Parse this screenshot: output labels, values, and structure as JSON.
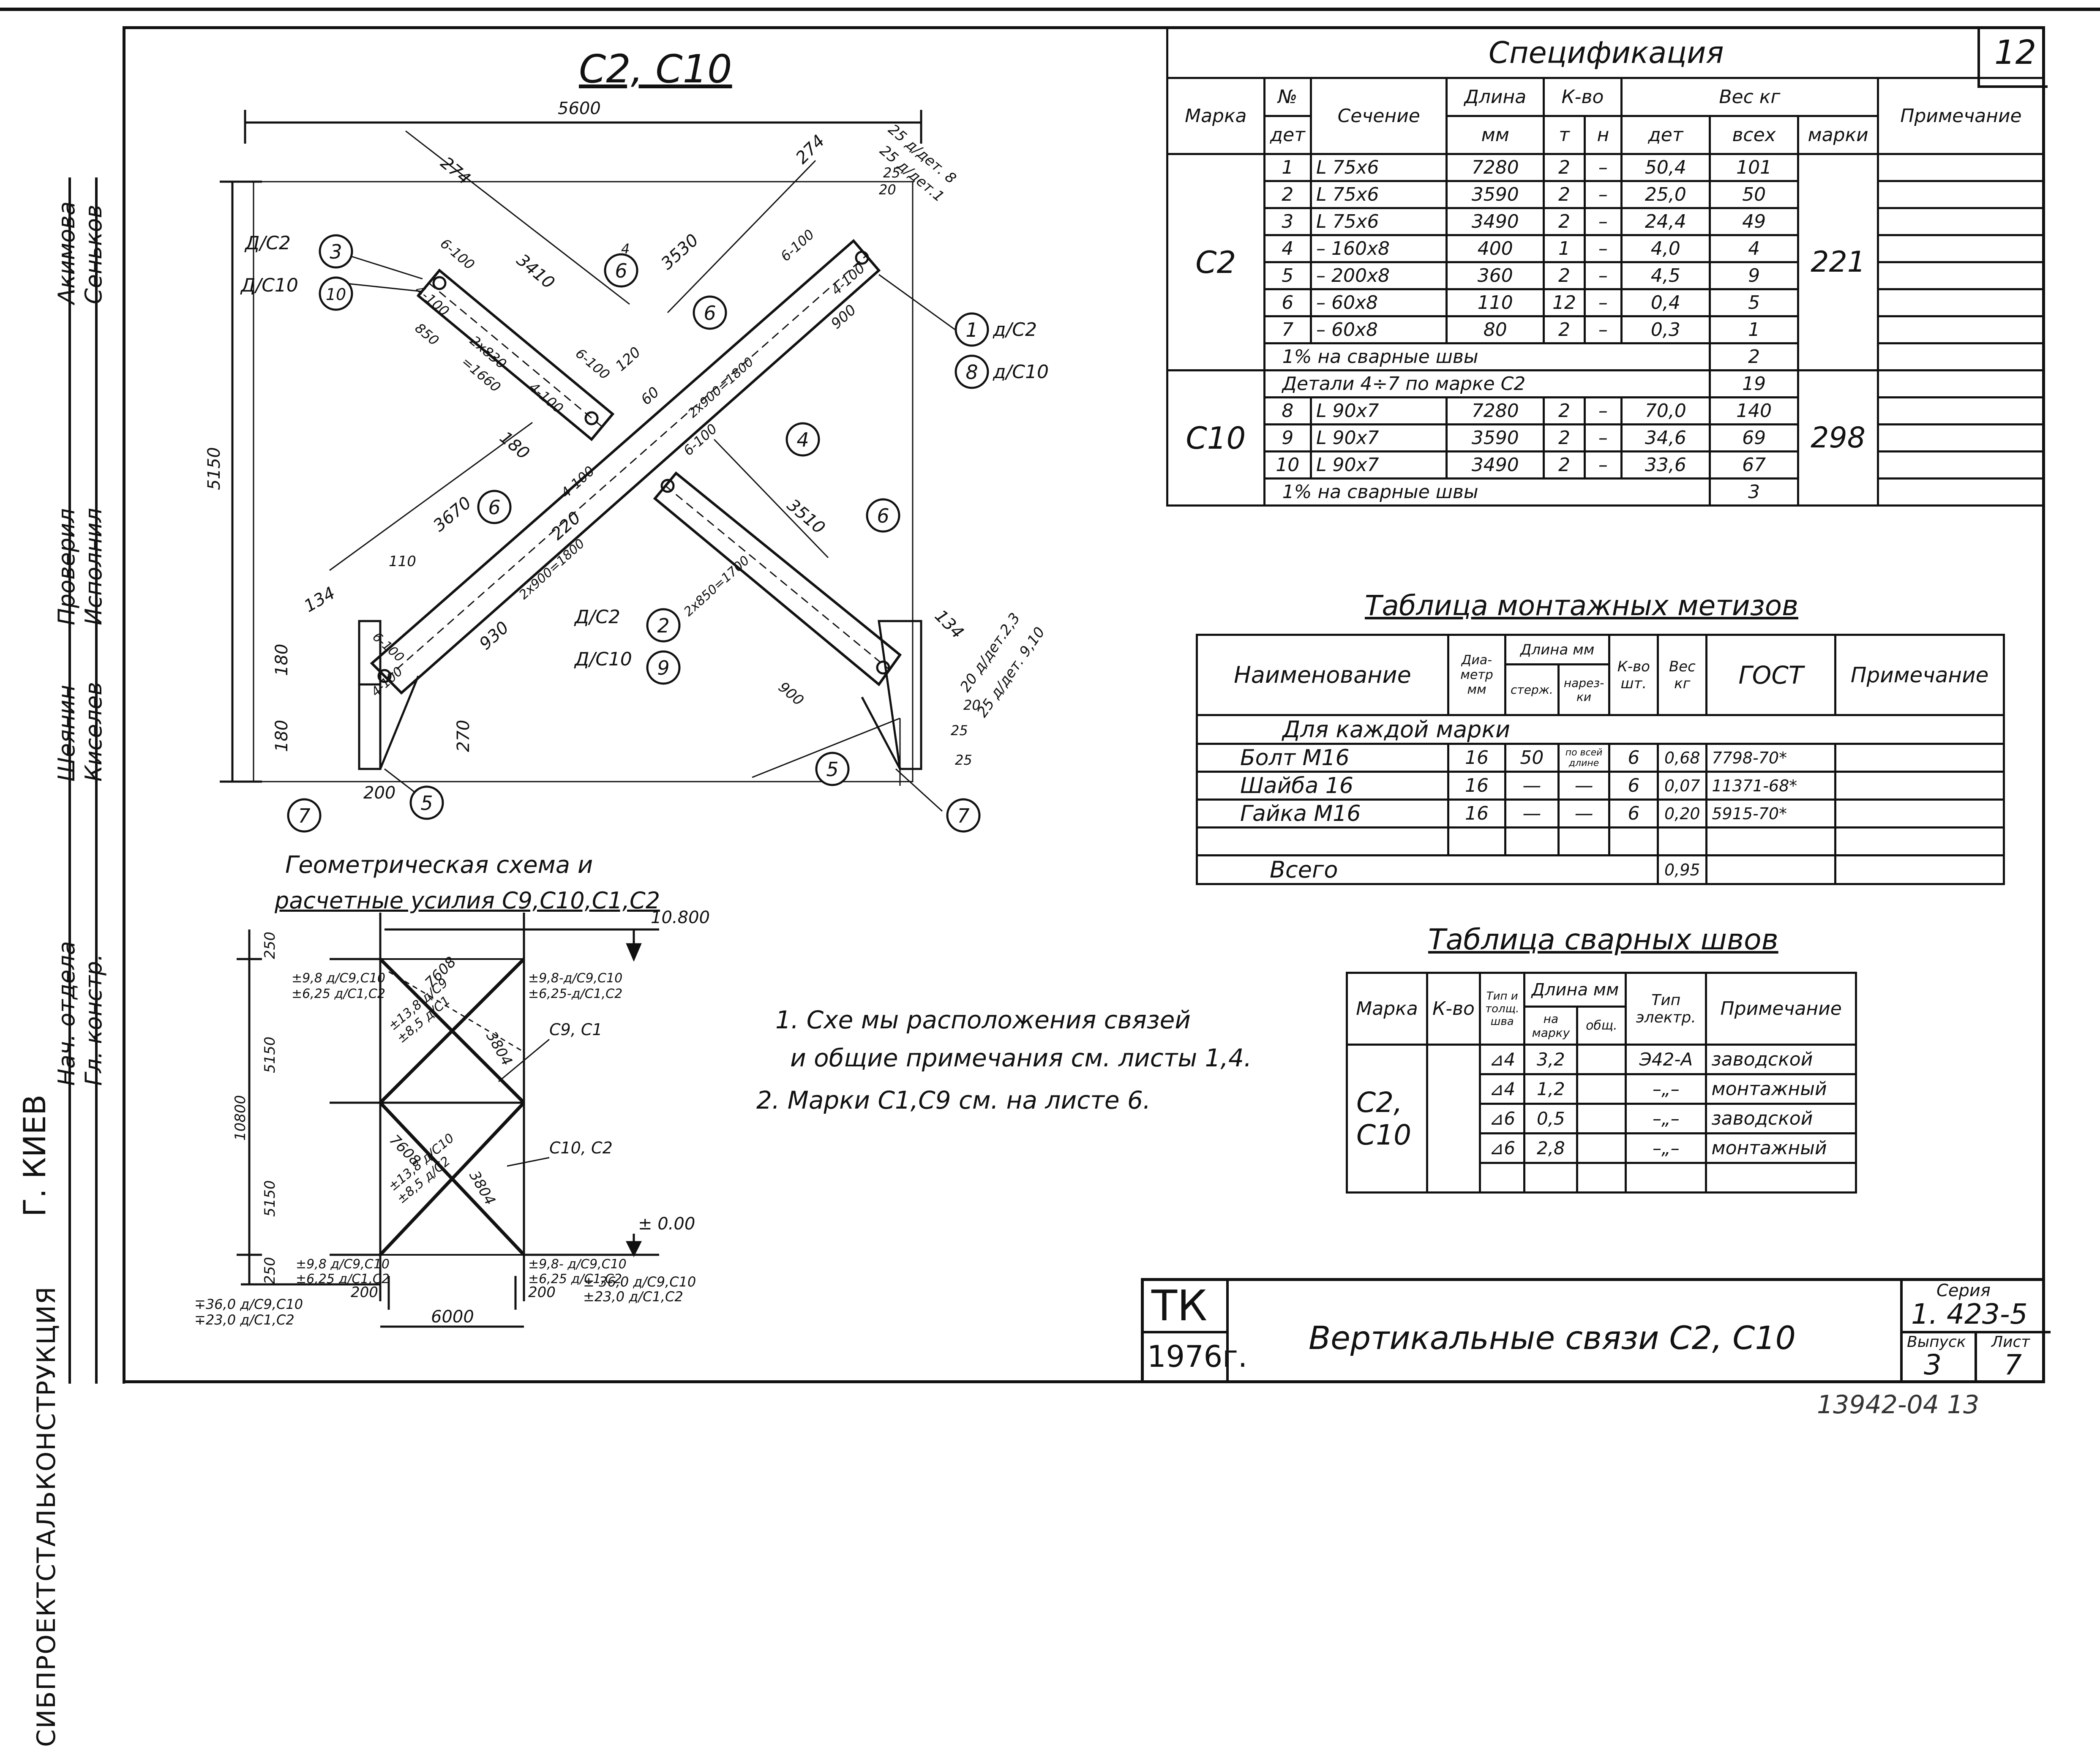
{
  "sheet_number": "12",
  "drawing_title": "С2, С10",
  "dims": {
    "d5600": "5600",
    "d274a": "274",
    "d274b": "274",
    "d5150": "5150",
    "d3410": "3410",
    "d3530": "3530",
    "d6_100a": "6-100",
    "d6_100b": "6-100",
    "d6_100c": "6-100",
    "d6_100d": "6-100",
    "d6_100e": "6-100",
    "d4_100a": "4-100",
    "d4_100b": "4-100",
    "d4_100c": "4-100",
    "d4_100d": "4-100",
    "d4_100e": "4-100",
    "d850": "850",
    "d2x830": "2x830",
    "d1660": "=1660",
    "d120": "120",
    "d60": "60",
    "d2x900_1800a": "2x900=1800",
    "d180": "180",
    "d3670": "3670",
    "d220": "220",
    "d3510": "3510",
    "d110": "110",
    "d134a": "134",
    "d134b": "134",
    "d930": "930",
    "d2x900_1800b": "2x900=1800",
    "d2x850_1700": "2x850=1700",
    "d900a": "900",
    "d900b": "900",
    "d180a": "180",
    "d180b": "180",
    "d270": "270",
    "d200": "200",
    "d4": "4",
    "d20a": "20",
    "d25a": "25",
    "d20b": "20",
    "d25b": "25",
    "d25c": "25",
    "lbl25_8": "25 д/дет. 8",
    "lbl25_1": "25 д/дет.1",
    "lbl20_23": "20 д/дет.2,3",
    "lbl25_910": "25 д/дет. 9,10"
  },
  "callouts": {
    "c3": "3",
    "c10": "10",
    "c6a": "6",
    "c6b": "6",
    "c6c": "6",
    "c6d": "6",
    "c1": "1",
    "c8": "8",
    "c4": "4",
    "c2": "2",
    "c9": "9",
    "c5a": "5",
    "c5b": "5",
    "c7a": "7",
    "c7b": "7",
    "l_dc2_top": "Д/С2",
    "l_dc10_top": "Д/С10",
    "l_dc2_r": "д/С2",
    "l_dc10_r": "д/С10",
    "l_dc2_mid": "Д/С2",
    "l_dc10_mid": "Д/С10"
  },
  "geometry": {
    "title_line1": "Геометрическая схема и",
    "title_line2": "расчетные усилия С9,С10,С1,С2",
    "elev_top": "10.800",
    "elev_zero": "± 0.00",
    "h250a": "250",
    "h5150a": "5150",
    "h5150b": "5150",
    "h250b": "250",
    "h10800": "10800",
    "w200a": "200",
    "w200b": "200",
    "w6000": "6000",
    "diag_7608a": "7608",
    "diag_7608b": "7608",
    "diag_3804a": "3804",
    "diag_3804b": "3804",
    "f_top_left": "±9,8 д/С9,С10",
    "f_top_left2": "±6,25 д/С1,С2",
    "f_top_right": "±9,8-д/С9,С10",
    "f_top_right2": "±6,25-д/С1,С2",
    "f_mid1": "±13,8 д/С9",
    "f_mid2": "±8,5 д/С1",
    "f_mid3": "±13,8 д/С10",
    "f_mid4": "±8,5 д/С2",
    "f_bot_left": "±9,8 д/С9,С10",
    "f_bot_left2": "±6,25 д/С1,С2",
    "f_bot_right": "±9,8- д/С9,С10",
    "f_bot_right2": "±6,25 д/С1,С2",
    "c9c1": "С9, С1",
    "c10c2": "С10, С2",
    "r_left1": "∓36,0 д/С9,С10",
    "r_left2": "∓23,0 д/С1,С2",
    "r_right1": "± 36,0 д/С9,С10",
    "r_right2": "±23,0 д/С1,С2"
  },
  "notes": {
    "n1a": "1. Схе мы  расположения  связей",
    "n1b": "и общие  примечания  см.  листы 1,4.",
    "n2": "2.  Марки  С1,С9 см. на листе 6."
  },
  "spec": {
    "title": "Спецификация",
    "h_marka": "Марка",
    "h_no": "№",
    "h_det": "дет",
    "h_sech": "Сечение",
    "h_len": "Длина",
    "h_mm": "мм",
    "h_kvo": "К-во",
    "h_t": "т",
    "h_n": "н",
    "h_ves": "Вес кг",
    "h_vdet": "дет",
    "h_vall": "всех",
    "h_vmark": "марки",
    "h_prim": "Примечание",
    "c2_mark": "С2",
    "c10_mark": "С10",
    "c2_total": "221",
    "c10_total": "298",
    "rows_c2": [
      [
        "1",
        "L 75x6",
        "7280",
        "2",
        "–",
        "50,4",
        "101"
      ],
      [
        "2",
        "L 75x6",
        "3590",
        "2",
        "–",
        "25,0",
        "50"
      ],
      [
        "3",
        "L 75x6",
        "3490",
        "2",
        "–",
        "24,4",
        "49"
      ],
      [
        "4",
        "– 160x8",
        "400",
        "1",
        "–",
        "4,0",
        "4"
      ],
      [
        "5",
        "– 200x8",
        "360",
        "2",
        "–",
        "4,5",
        "9"
      ],
      [
        "6",
        "– 60x8",
        "110",
        "12",
        "–",
        "0,4",
        "5"
      ],
      [
        "7",
        "– 60x8",
        "80",
        "2",
        "–",
        "0,3",
        "1"
      ]
    ],
    "weld_c2": "1%  на  сварные  швы",
    "weld_c2_val": "2",
    "det_c2": "Детали 4÷7 по марке С2",
    "det_c2_val": "19",
    "rows_c10": [
      [
        "8",
        "L 90x7",
        "7280",
        "2",
        "–",
        "70,0",
        "140"
      ],
      [
        "9",
        "L 90x7",
        "3590",
        "2",
        "–",
        "34,6",
        "69"
      ],
      [
        "10",
        "L 90x7",
        "3490",
        "2",
        "–",
        "33,6",
        "67"
      ]
    ],
    "weld_c10": "1%  на  сварные  швы",
    "weld_c10_val": "3"
  },
  "fasteners": {
    "title": "Таблица  монтажных  метизов",
    "h_name": "Наименование",
    "h_dia": "Диа- метр мм",
    "h_len": "Длина мм",
    "h_rod": "стерж.",
    "h_thread": "нарез- ки",
    "h_kvo": "К-во шт.",
    "h_ves": "Вес кг",
    "h_gost": "ГОСТ",
    "h_prim": "Примечание",
    "group": "Для  каждой  марки",
    "rows": [
      [
        "Болт  М16",
        "16",
        "50",
        "по всей длине",
        "6",
        "0,68",
        "7798-70*"
      ],
      [
        "Шайба  16",
        "16",
        "—",
        "—",
        "6",
        "0,07",
        "11371-68*"
      ],
      [
        "Гайка  М16",
        "16",
        "—",
        "—",
        "6",
        "0,20",
        "5915-70*"
      ]
    ],
    "total_label": "Всего",
    "total_val": "0,95"
  },
  "welds": {
    "title": "Таблица  сварных  швов",
    "h_marka": "Марка",
    "h_kvo": "К-во",
    "h_type": "Тип и толщ. шва",
    "h_len": "Длина мм",
    "h_per": "на марку",
    "h_total": "общ.",
    "h_el": "Тип электр.",
    "h_prim": "Примечание",
    "mark1": "С2,",
    "mark2": "С10",
    "rows": [
      [
        "⊿4",
        "3,2",
        "Э42-А",
        "заводской"
      ],
      [
        "⊿4",
        "1,2",
        "–„–",
        "монтажный"
      ],
      [
        "⊿6",
        "0,5",
        "–„–",
        "заводской"
      ],
      [
        "⊿6",
        "2,8",
        "–„–",
        "монтажный"
      ]
    ]
  },
  "title_block": {
    "tk": "ТК",
    "year": "1976г.",
    "name": "Вертикальные  связи  С2, С10",
    "series_label": "Серия",
    "series": "1. 423-5",
    "vyp_label": "Выпуск",
    "vyp": "3",
    "list_label": "Лист",
    "list": "7"
  },
  "side_stamp": {
    "org": "СИБПРОЕКТСТАЛЬКОНСТРУКЦИЯ",
    "city": "Г. КИЕВ",
    "r1a": "Нач. отдела",
    "r1b": "Гл. констр.",
    "r2a": "Шеянин",
    "r2b": "Киселев",
    "r3a": "Проверил",
    "r3b": "Исполнил",
    "r4a": "Акимова",
    "r4b": "Сеньков"
  },
  "bottom_code": "13942-04   13"
}
